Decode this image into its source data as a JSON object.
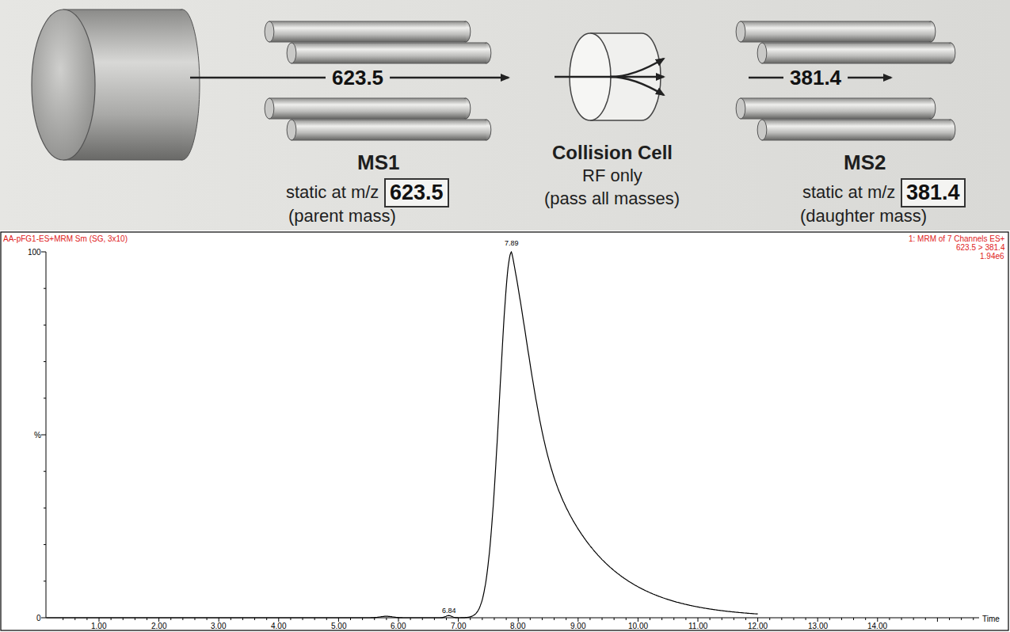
{
  "diagram": {
    "nodes": [
      {
        "text": [
          "623.5"
        ]
      },
      {
        "text": [
          "381.4"
        ]
      }
    ],
    "edges": [],
    "labels": [
      "623.5",
      "381.4",
      "MS1",
      "static at m/z",
      "(parent mass)",
      "Collision Cell",
      "RF only",
      "(pass all masses)",
      "MS2",
      "static at m/z",
      "(daughter mass)",
      "AA-pFG1-ES+MRM Sm (SG, 3x10)",
      "1: MRM of 7 Channels ES+",
      "623.5 > 381.4",
      "1.94e6",
      "100",
      "%",
      "0",
      "7.89",
      "6.84",
      "Time",
      "1.00",
      "2.00",
      "3.00",
      "4.00",
      "5.00",
      "6.00",
      "7.00",
      "8.00",
      "9.00",
      "10.00",
      "11.00",
      "12.00",
      "13.00",
      "14.00"
    ]
  }
}
